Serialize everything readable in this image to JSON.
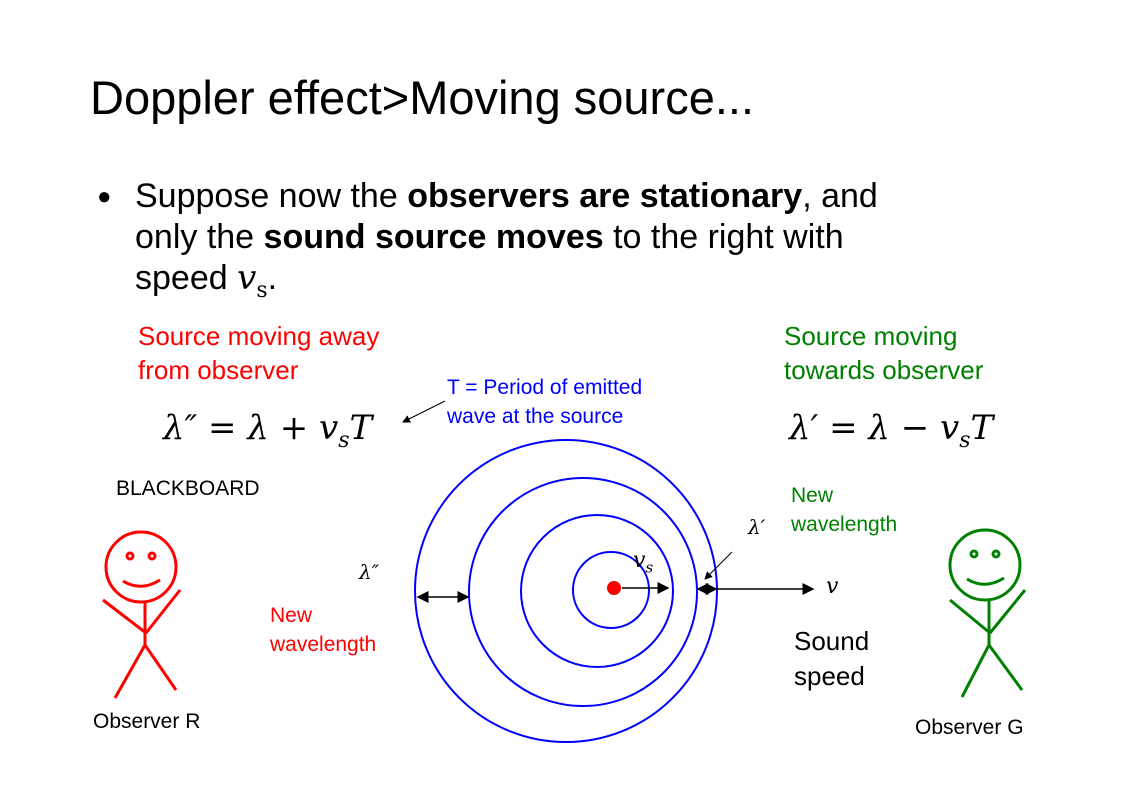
{
  "title": "Doppler effect>Moving source...",
  "bullet": {
    "l1a": "Suppose now the ",
    "l1b": "observers are stationary",
    "l1c": ", and",
    "l2a": "only the ",
    "l2b": "sound source moves",
    "l2c": " to the right with",
    "l3a": "speed ",
    "l3v": "v",
    "l3s": "s",
    "l3c": "."
  },
  "left": {
    "heading1": "Source moving away",
    "heading2": "from observer",
    "formula": "λ″ = λ + v_sT",
    "blackboard": "BLACKBOARD",
    "observer": "Observer R",
    "new1": "New",
    "new2": "wavelength",
    "lambda": "λ″"
  },
  "right": {
    "heading1": "Source moving",
    "heading2": "towards observer",
    "formula": "λ′ = λ − v_sT",
    "new1": "New",
    "new2": "wavelength",
    "lambda": "λ′",
    "observer": "Observer G",
    "sound1": "Sound",
    "sound2": "speed",
    "v": "v"
  },
  "period": {
    "l1": "T = Period of emitted",
    "l2": "wave at the source"
  },
  "vs": {
    "v": "v",
    "s": "s"
  },
  "colors": {
    "red": "#ff0000",
    "green": "#008000",
    "blue": "#0000ff"
  }
}
